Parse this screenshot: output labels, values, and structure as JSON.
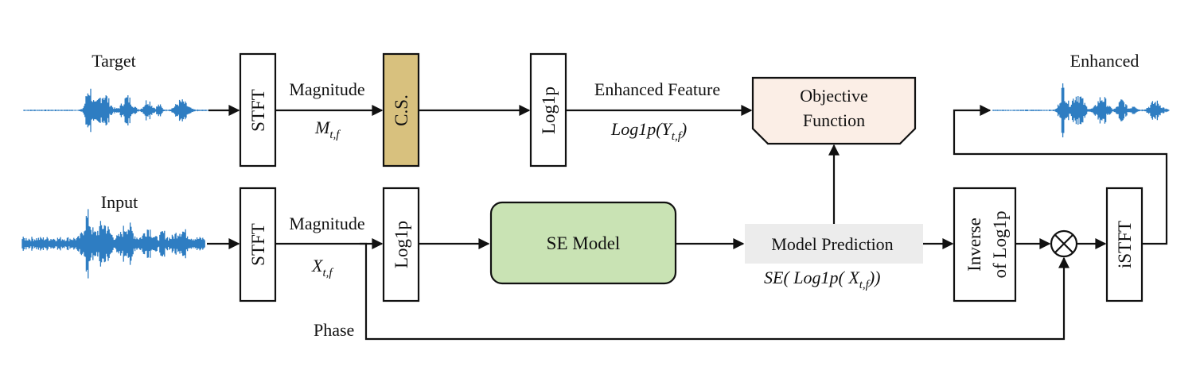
{
  "colors": {
    "waveform": "#2e7dc2",
    "cs_fill": "#d8c17e",
    "se_model_fill": "#c9e3b4",
    "objective_fill": "#fbeee6",
    "prediction_fill": "#ececec",
    "line": "#111111"
  },
  "top_row": {
    "waveform_label": "Target",
    "stft_label": "STFT",
    "magnitude_label": "Magnitude",
    "magnitude_symbol": {
      "base": "M",
      "sub": "t,f"
    },
    "cs_label": "C.S.",
    "log1p_label": "Log1p",
    "enhanced_feature_label": "Enhanced Feature",
    "enhanced_feature_expr": {
      "prefix": "Log1p(Y",
      "sub": "t,f",
      "suffix": ")"
    },
    "objective_line1": "Objective",
    "objective_line2": "Function"
  },
  "bottom_row": {
    "waveform_label": "Input",
    "stft_label": "STFT",
    "magnitude_label": "Magnitude",
    "magnitude_symbol": {
      "base": "X",
      "sub": "t,f"
    },
    "log1p_label": "Log1p",
    "se_model_label": "SE Model",
    "prediction_label": "Model Prediction",
    "prediction_expr": {
      "prefix": "SE( Log1p( X",
      "sub": "t,f",
      "suffix": "))"
    },
    "inverse_line1": "Inverse",
    "inverse_line2": "of Log1p",
    "multiply_icon": "circled-times",
    "istft_label": "iSTFT",
    "phase_label": "Phase"
  },
  "output": {
    "waveform_label": "Enhanced"
  }
}
